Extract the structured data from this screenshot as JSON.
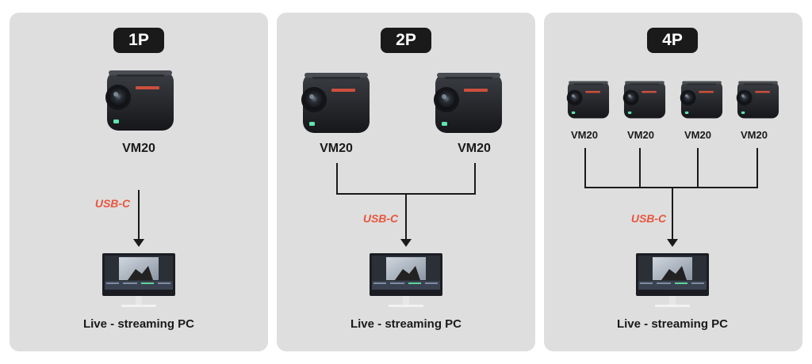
{
  "colors": {
    "panel_bg": "#dedede",
    "badge_bg": "#1a1a1a",
    "usb_accent": "#e8553e",
    "line": "#1a1a1a"
  },
  "icons": [
    "camera-icon",
    "monitor-icon",
    "arrow-down-icon"
  ],
  "panels": [
    {
      "badge": "1P",
      "cameras": [
        "VM20"
      ],
      "connection": "USB-C",
      "destination": "Live - streaming PC"
    },
    {
      "badge": "2P",
      "cameras": [
        "VM20",
        "VM20"
      ],
      "connection": "USB-C",
      "destination": "Live - streaming PC"
    },
    {
      "badge": "4P",
      "cameras": [
        "VM20",
        "VM20",
        "VM20",
        "VM20"
      ],
      "connection": "USB-C",
      "destination": "Live - streaming PC"
    }
  ]
}
